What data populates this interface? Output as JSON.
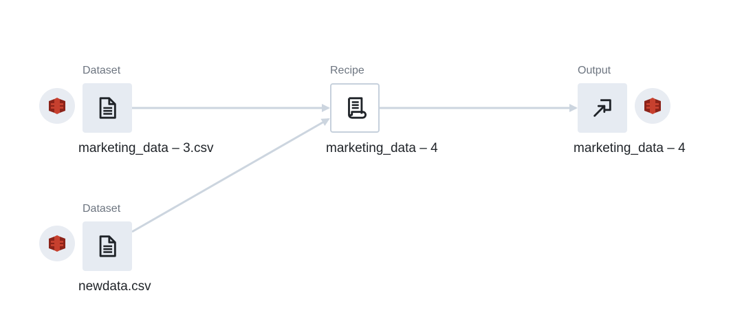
{
  "nodes": {
    "dataset1": {
      "type_label": "Dataset",
      "name": "marketing_data – 3.csv",
      "icon": "document-icon",
      "badge_icon": "s3-bucket-icon"
    },
    "dataset2": {
      "type_label": "Dataset",
      "name": "newdata.csv",
      "icon": "document-icon",
      "badge_icon": "s3-bucket-icon"
    },
    "recipe": {
      "type_label": "Recipe",
      "name": "marketing_data – 4",
      "icon": "scroll-icon"
    },
    "output": {
      "type_label": "Output",
      "name": "marketing_data – 4",
      "icon": "arrow-up-right-box-icon",
      "badge_icon": "s3-bucket-icon"
    }
  },
  "edges": [
    {
      "from": "dataset1",
      "to": "recipe"
    },
    {
      "from": "dataset2",
      "to": "recipe"
    },
    {
      "from": "recipe",
      "to": "output"
    }
  ],
  "colors": {
    "edge": "#ccd5df",
    "node_fill": "#e6ebf2",
    "recipe_border": "#c6d0dc",
    "badge_bg": "#e8ecf2",
    "s3_red": "#c7402e",
    "s3_dark": "#8c2319",
    "icon": "#1f2328"
  }
}
